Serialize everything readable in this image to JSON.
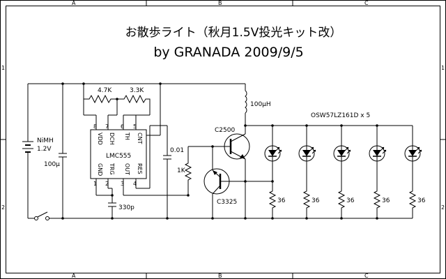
{
  "title": {
    "line1": "お散歩ライト（秋月1.5V投光キット改）",
    "line2": "by GRANADA 2009/9/5"
  },
  "frame": {
    "cols_top": [
      "A",
      "B",
      "C"
    ],
    "cols_bottom": [
      "A",
      "B",
      "C"
    ],
    "rows_left": [
      "1",
      "2"
    ],
    "rows_right": [
      "1",
      "2"
    ]
  },
  "components": {
    "battery": {
      "name": "NiMH",
      "voltage": "1.2V"
    },
    "cap_main": "100μ",
    "r_top1": "4.7K",
    "r_top2": "3.3K",
    "inductor": "100μH",
    "ic": {
      "name": "LMC555",
      "pins_top": [
        "8",
        "7",
        "6",
        "5"
      ],
      "pins_bottom": [
        "1",
        "2",
        "3",
        "4"
      ],
      "labels_top": [
        "VDD",
        "DCH",
        "TH",
        "CNT"
      ],
      "labels_bottom": [
        "GND",
        "TRG",
        "OUT",
        "RES"
      ]
    },
    "cap_timing": "330p",
    "cap_coupling": "0.01",
    "r_base": "1K",
    "q_npn": "C2500",
    "q_pnp": "C3325",
    "led_array": "OSW57LZ161D x 5",
    "led_resistors": [
      "36",
      "36",
      "36",
      "36",
      "36"
    ]
  }
}
